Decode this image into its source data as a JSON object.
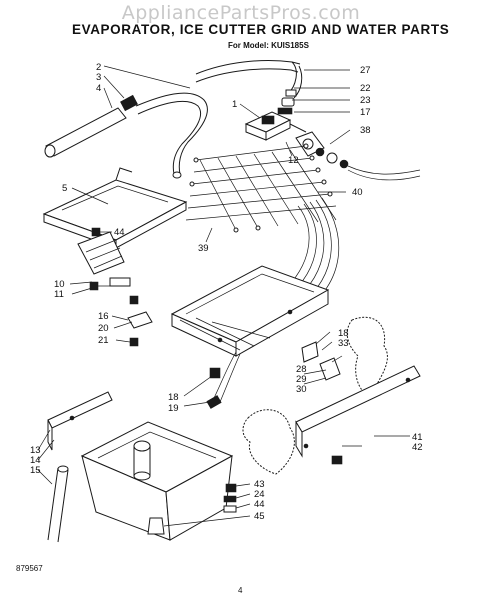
{
  "watermark": "AppliancePartsPros.com",
  "title": "EVAPORATOR, ICE CUTTER GRID AND WATER PARTS",
  "model": "For Model: KUIS185S",
  "doc_number": "879567",
  "page_number": "4",
  "callouts": [
    {
      "id": "c2",
      "label": "2"
    },
    {
      "id": "c3",
      "label": "3"
    },
    {
      "id": "c4",
      "label": "4"
    },
    {
      "id": "c1",
      "label": "1"
    },
    {
      "id": "c27",
      "label": "27"
    },
    {
      "id": "c22",
      "label": "22"
    },
    {
      "id": "c23",
      "label": "23"
    },
    {
      "id": "c17",
      "label": "17"
    },
    {
      "id": "c38",
      "label": "38"
    },
    {
      "id": "c12",
      "label": "12"
    },
    {
      "id": "c40",
      "label": "40"
    },
    {
      "id": "c5",
      "label": "5"
    },
    {
      "id": "c44a",
      "label": "44"
    },
    {
      "id": "c39",
      "label": "39"
    },
    {
      "id": "c10",
      "label": "10"
    },
    {
      "id": "c11",
      "label": "11"
    },
    {
      "id": "c16",
      "label": "16"
    },
    {
      "id": "c20",
      "label": "20"
    },
    {
      "id": "c21",
      "label": "21"
    },
    {
      "id": "c18a",
      "label": "18"
    },
    {
      "id": "c33",
      "label": "33"
    },
    {
      "id": "c28",
      "label": "28"
    },
    {
      "id": "c29",
      "label": "29"
    },
    {
      "id": "c30",
      "label": "30"
    },
    {
      "id": "c18b",
      "label": "18"
    },
    {
      "id": "c19",
      "label": "19"
    },
    {
      "id": "c41",
      "label": "41"
    },
    {
      "id": "c42",
      "label": "42"
    },
    {
      "id": "c13",
      "label": "13"
    },
    {
      "id": "c14",
      "label": "14"
    },
    {
      "id": "c15",
      "label": "15"
    },
    {
      "id": "c43",
      "label": "43"
    },
    {
      "id": "c24",
      "label": "24"
    },
    {
      "id": "c44b",
      "label": "44"
    },
    {
      "id": "c45",
      "label": "45"
    }
  ]
}
